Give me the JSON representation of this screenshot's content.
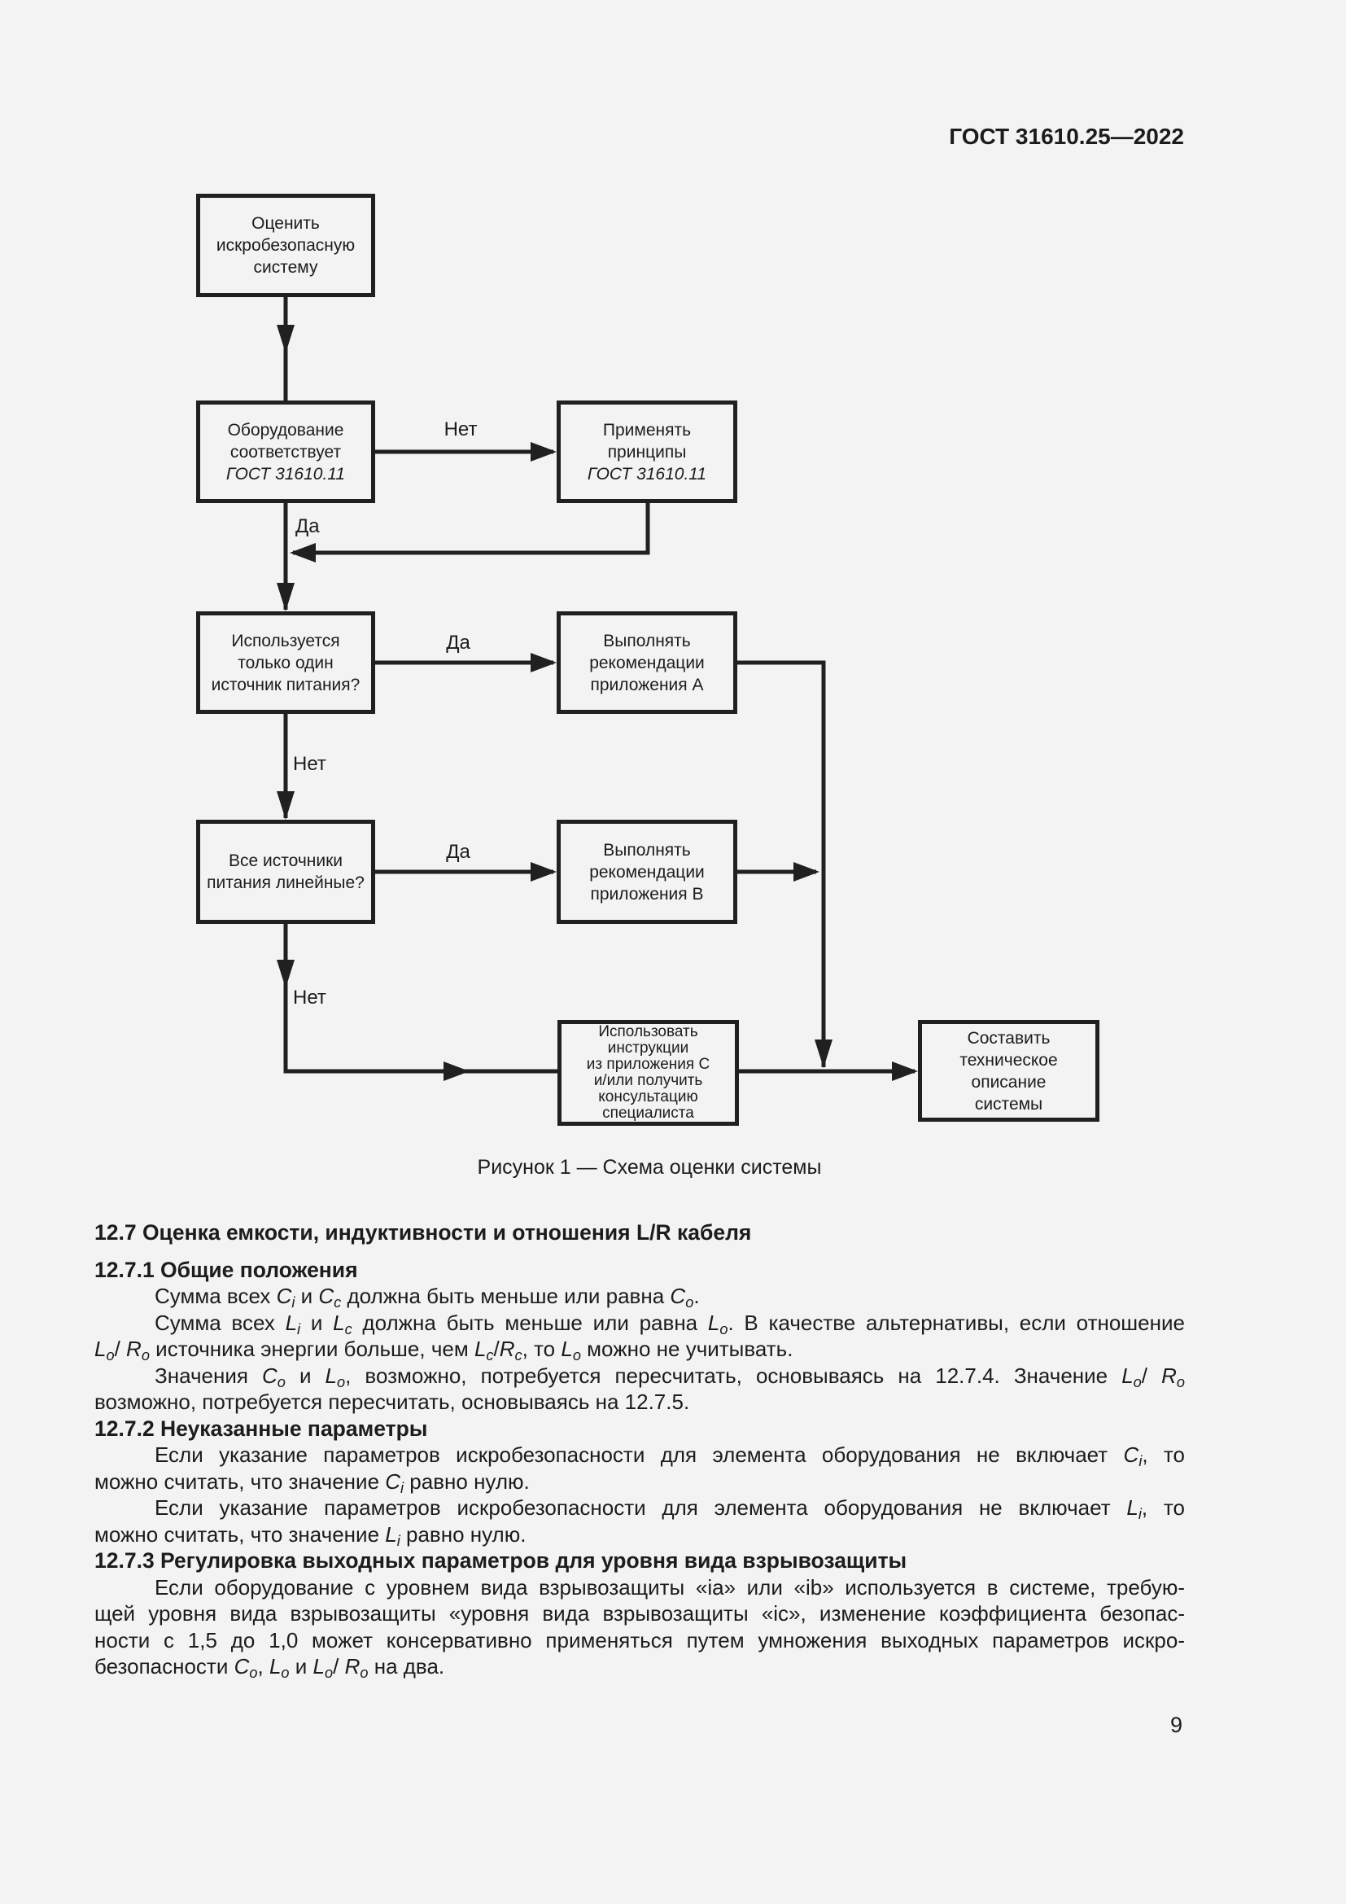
{
  "page": {
    "header": "ГОСТ 31610.25—2022",
    "number": "9"
  },
  "figure": {
    "caption": "Рисунок 1 — Схема оценки системы",
    "nodes": {
      "assess": "Оценить\nискробезопасную\nсистему",
      "conform": "Оборудование\nсоответствует\n*ГОСТ 31610.11*",
      "apply": "Применять\nпринципы\n*ГОСТ 31610.11*",
      "single_source": "Используется\nтолько один\nисточник питания?",
      "annex_a": "Выполнять\nрекомендации\nприложения А",
      "linear": "Все источники\nпитания линейные?",
      "annex_b": "Выполнять\nрекомендации\nприложения В",
      "annex_c": "Использовать\nинструкции\nиз приложения С\nи/или получить\nконсультацию\nспециалиста",
      "describe": "Составить\nтехническое\nописание\nсистемы"
    },
    "labels": {
      "no1": "Нет",
      "yes1": "Да",
      "yes2": "Да",
      "no2": "Нет",
      "yes3": "Да",
      "no3": "Нет"
    }
  },
  "content": {
    "lines": [
      {
        "b": 1,
        "t": "12.7 Оценка емкости, индуктивности и отношения L/R кабеля"
      },
      {
        "b": 1,
        "sp": 1,
        "t": "12.7.1 Общие положения"
      },
      {
        "ind": 1,
        "t": "Сумма всех *C*~i~ и *C*~c~ должна быть меньше или равна *C*~o~."
      },
      {
        "ind": 1,
        "j": 1,
        "t": "Сумма всех *L*~i~ и *L*~c~ должна быть меньше или равна *L*~o~. В качестве альтернативы, если отношение"
      },
      {
        "t": "*L*~o~/ *R*~o~ источника энергии больше, чем *L*~c~/*R*~c~, то *L*~o~ можно не учитывать."
      },
      {
        "ind": 1,
        "j": 1,
        "t": "Значения *C*~o~ и *L*~o~, возможно, потребуется пересчитать, основываясь на 12.7.4. Значение *L*~o~/ *R*~o~"
      },
      {
        "t": "возможно, потребуется пересчитать, основываясь на 12.7.5."
      },
      {
        "b": 1,
        "t": "12.7.2 Неуказанные параметры"
      },
      {
        "ind": 1,
        "j": 1,
        "t": "Если указание параметров искробезопасности для элемента оборудования не включает *C*~i~, то"
      },
      {
        "t": "можно считать, что значение *C*~i~ равно нулю."
      },
      {
        "ind": 1,
        "j": 1,
        "t": "Если указание параметров искробезопасности для элемента оборудования не включает *L*~i~, то"
      },
      {
        "t": "можно считать, что значение *L*~i~ равно нулю."
      },
      {
        "b": 1,
        "t": "12.7.3 Регулировка выходных параметров для уровня вида взрывозащиты"
      },
      {
        "ind": 1,
        "j": 1,
        "t": "Если оборудование с уровнем вида взрывозащиты «ia» или «ib» используется в системе, требую-"
      },
      {
        "j": 1,
        "t": "щей уровня вида взрывозащиты «уровня вида взрывозащиты «ic», изменение коэффициента безопас-"
      },
      {
        "j": 1,
        "t": "ности с 1,5 до 1,0 может консервативно применяться путем умножения выходных параметров искро-"
      },
      {
        "t": "безопасности *C*~o~, *L*~o~ и *L*~o~/ *R*~o~ на два."
      }
    ]
  }
}
